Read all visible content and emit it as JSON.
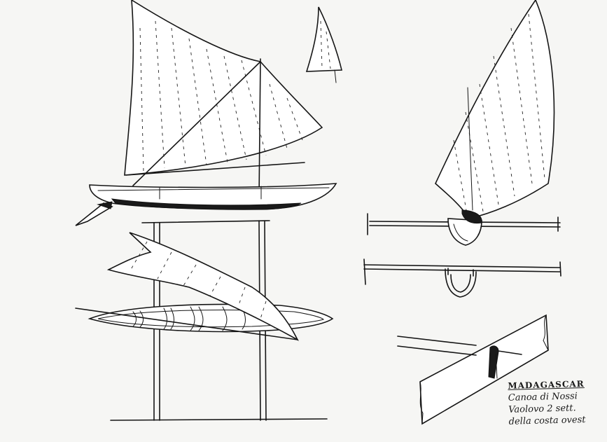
{
  "caption": {
    "title": "MADAGASCAR",
    "lines": [
      "Canoa di Nossi",
      "Vaolovo 2 sett.",
      "della costa ovest"
    ]
  },
  "colors": {
    "paper": "#f6f6f4",
    "ink": "#151515"
  }
}
